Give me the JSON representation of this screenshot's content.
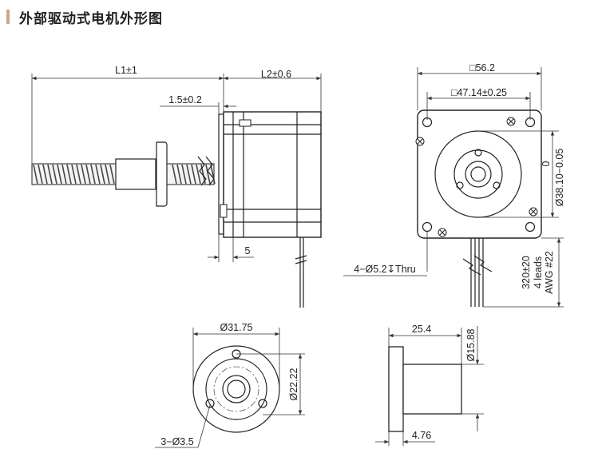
{
  "title": "外部驱动式电机外形图",
  "dims": {
    "l1": "L1±1",
    "l2": "L2±0.6",
    "d15": "1.5±0.2",
    "d5": "5",
    "sq562": "□56.2",
    "sq4714": "□47.14±0.25",
    "bore_top": "0",
    "bore": "Ø38.10−0.05",
    "holes": "4−Ø5.2↧Thru",
    "leads1": "320±20",
    "leads2": "4 leads",
    "leads3": "AWG #22",
    "nut_od": "Ø31.75",
    "nut_pcd": "Ø22.22",
    "nut_holes": "3−Ø3.5",
    "nut_len": "25.4",
    "nut_body": "Ø15.88",
    "nut_flange": "4.76"
  }
}
